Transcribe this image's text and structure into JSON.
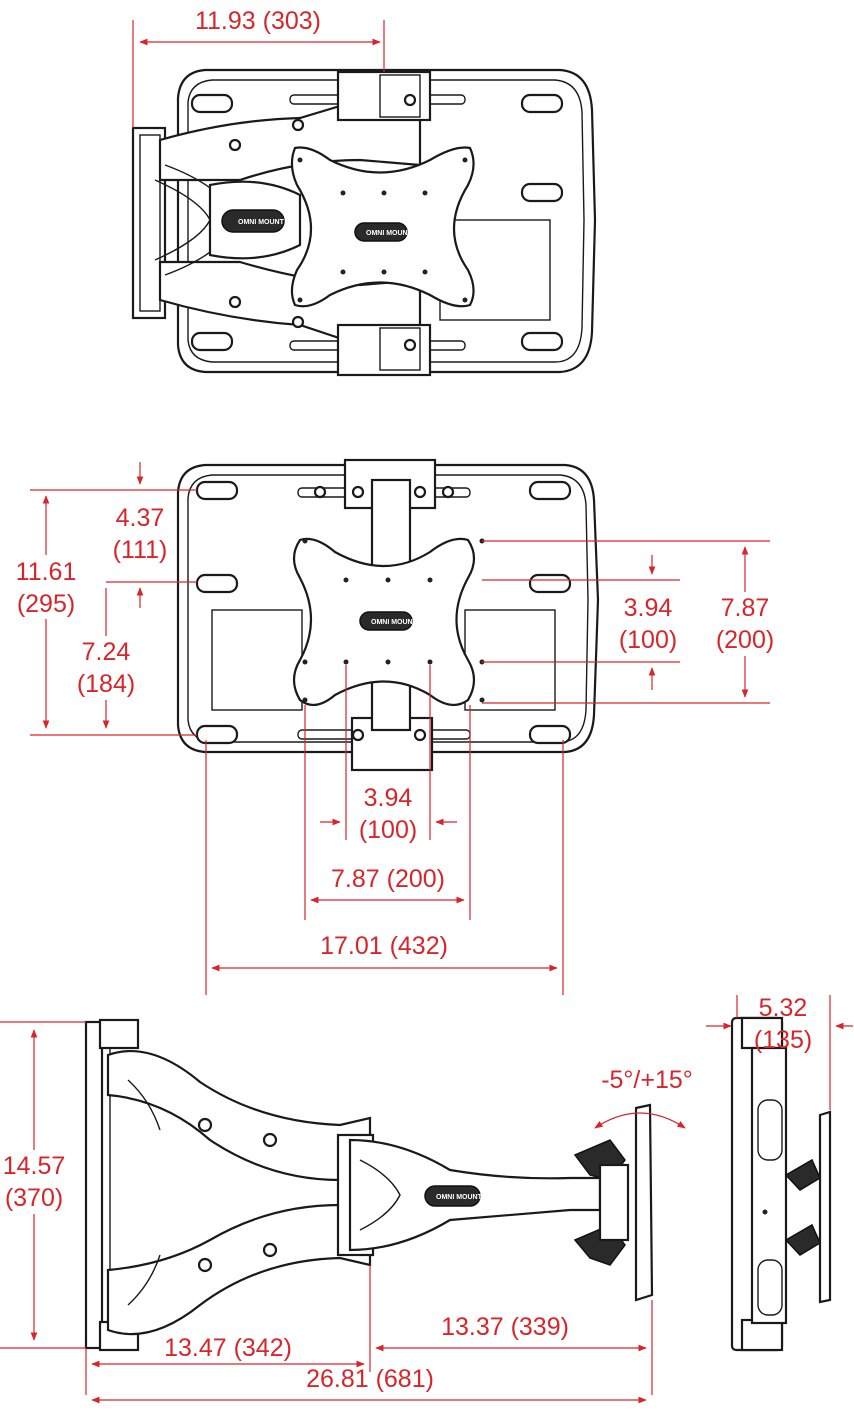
{
  "top_view": {
    "arm_offset": "11.93 (303)",
    "logo_text": "OMNI MOUNT"
  },
  "front_view": {
    "top_hole_offset_in": "4.37",
    "top_hole_offset_mm": "(111)",
    "wall_hole_height_in": "11.61",
    "wall_hole_height_mm": "(295)",
    "lower_hole_offset_in": "7.24",
    "lower_hole_offset_mm": "(184)",
    "vesa_small_v_in": "3.94",
    "vesa_small_v_mm": "(100)",
    "vesa_large_v_in": "7.87",
    "vesa_large_v_mm": "(200)",
    "vesa_small_h_in": "3.94",
    "vesa_small_h_mm": "(100)",
    "vesa_large_h": "7.87 (200)",
    "wall_hole_width": "17.01 (432)",
    "logo_text": "OMNI MOUNT"
  },
  "side_view": {
    "height_in": "14.57",
    "height_mm": "(370)",
    "tilt": "-5°/+15°",
    "inner_arm": "13.47 (342)",
    "outer_arm": "13.37 (339)",
    "max_extension": "26.81 (681)",
    "logo_text": "OMNI MOUNT"
  },
  "end_view": {
    "depth_in": "5.32",
    "depth_mm": "(135)"
  },
  "colors": {
    "dimension": "#d6262b",
    "outline": "#1a1a1a"
  }
}
